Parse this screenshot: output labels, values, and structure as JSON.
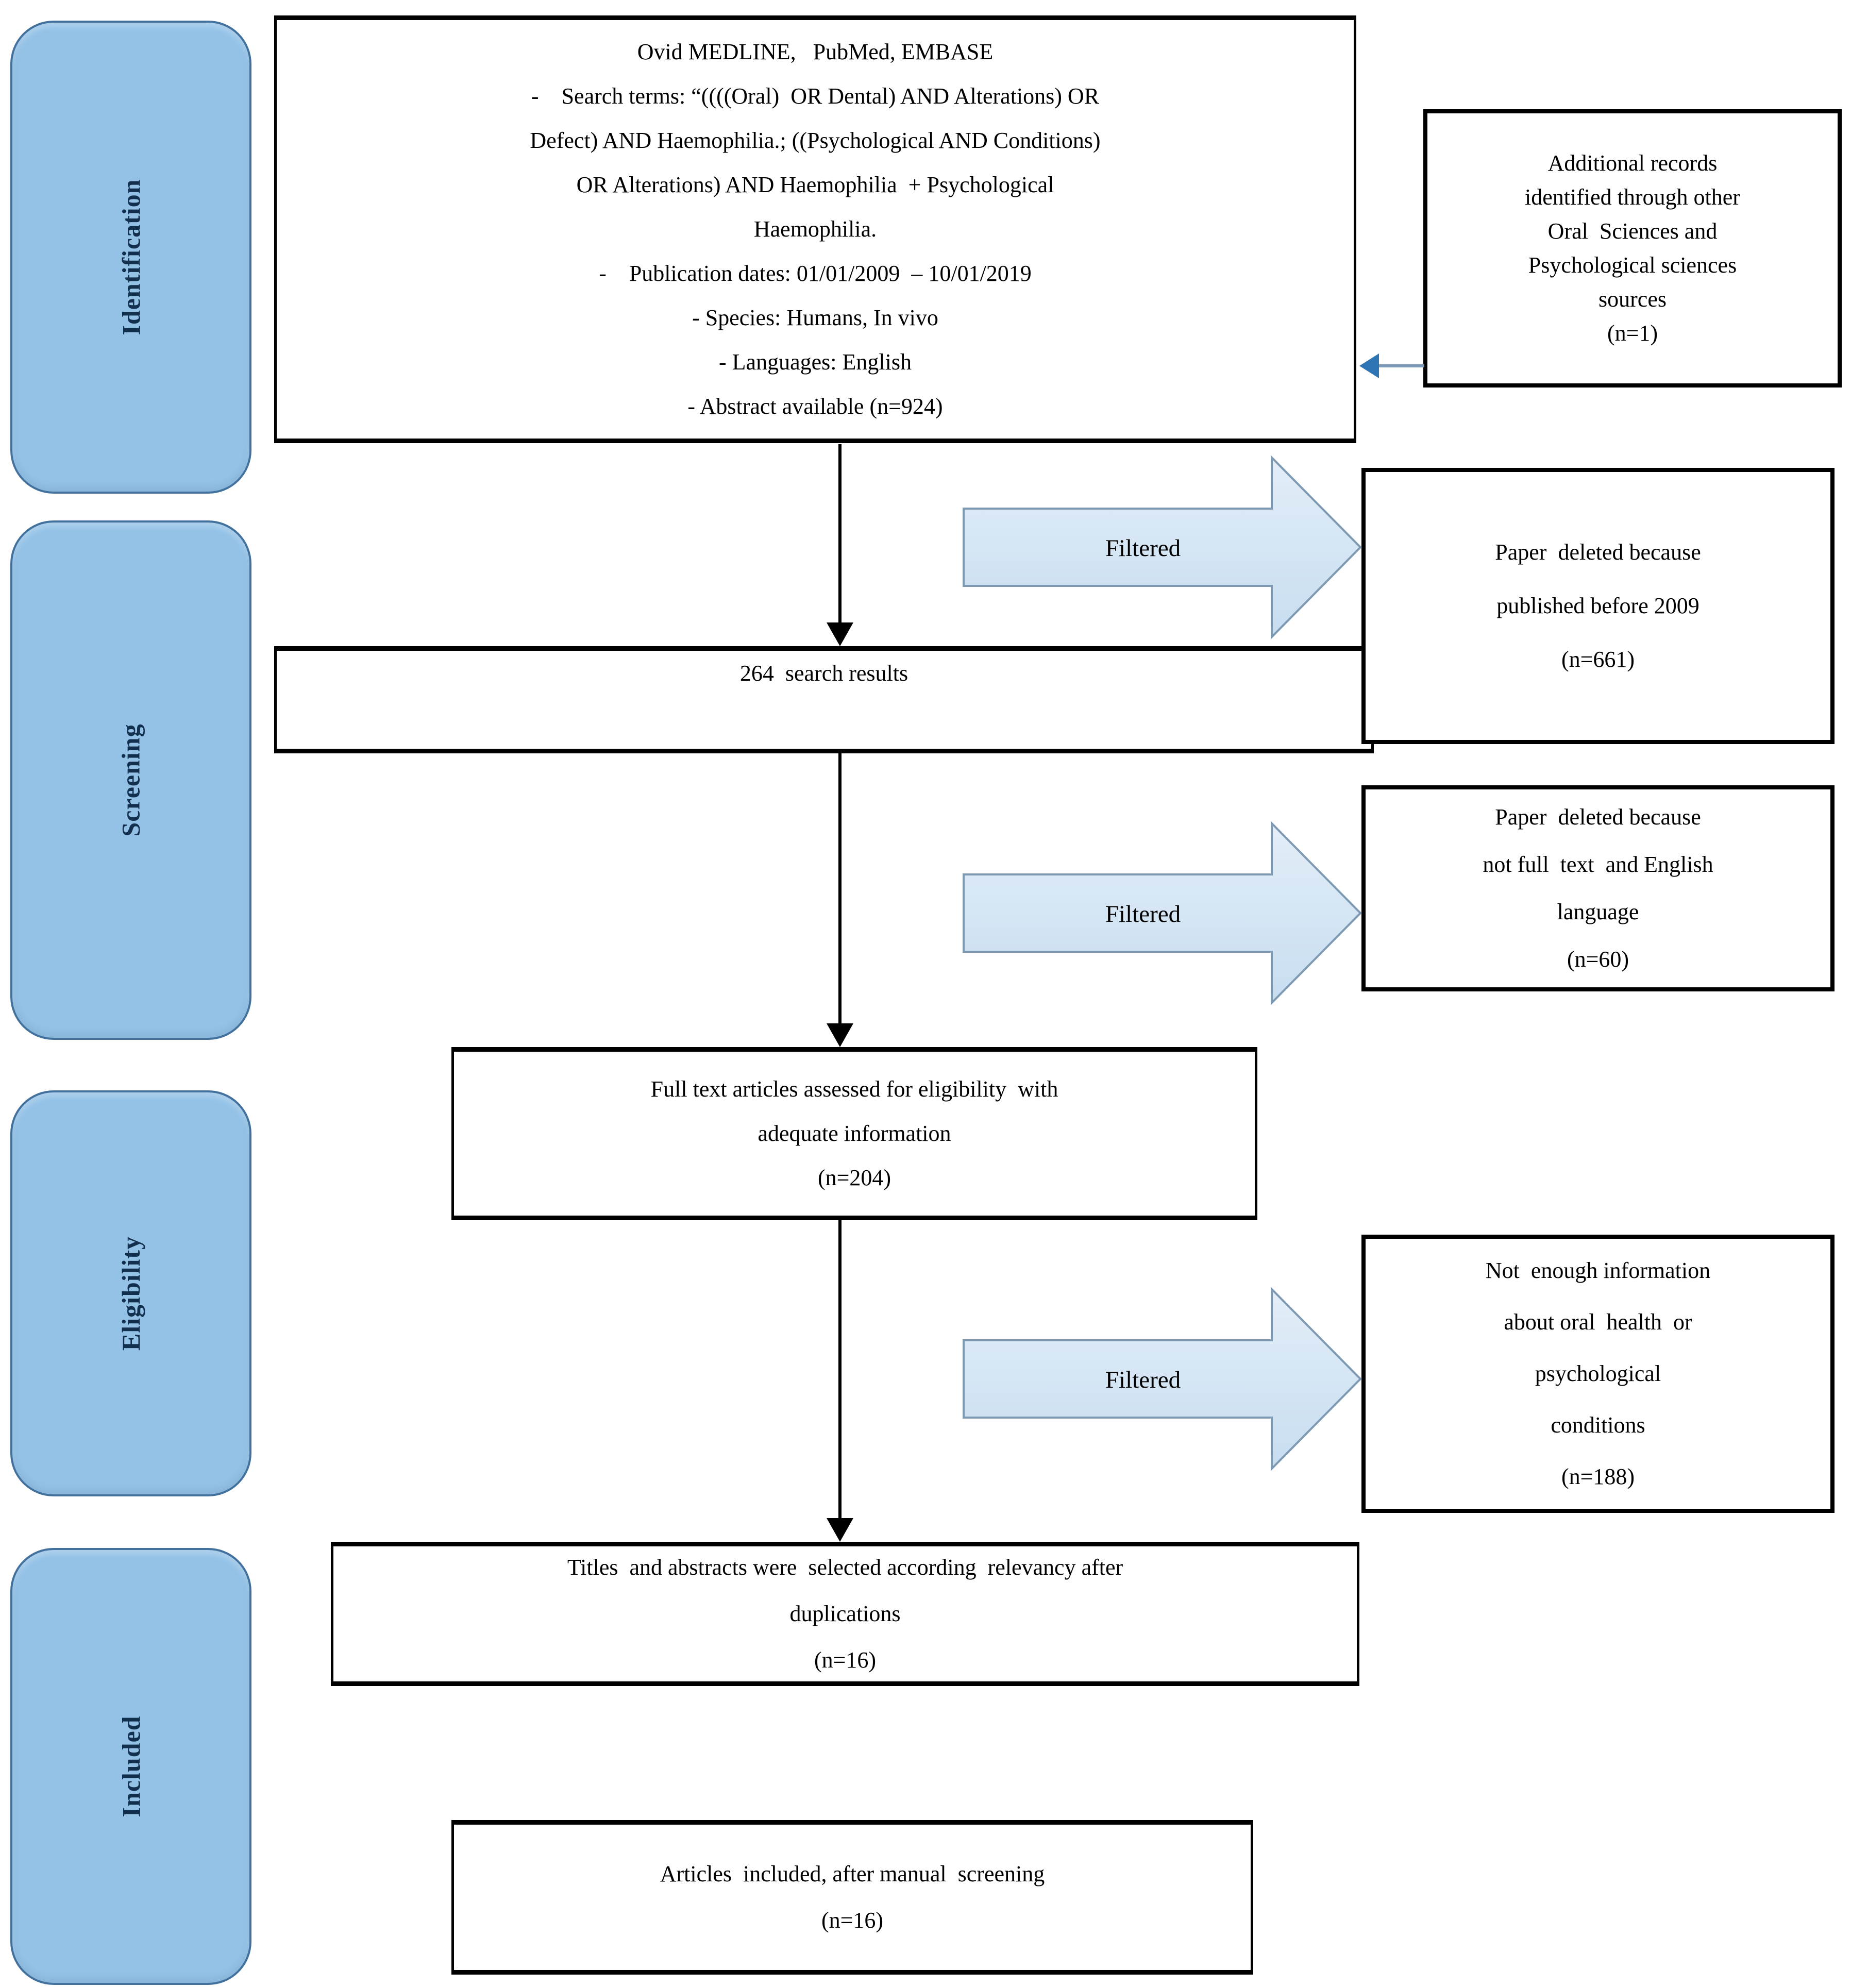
{
  "sidebar": {
    "stages": [
      {
        "label": "Identification"
      },
      {
        "label": "Screening"
      },
      {
        "label": "Eligibility"
      },
      {
        "label": "Included"
      }
    ]
  },
  "flow": {
    "source_box": {
      "lines": [
        "Ovid MEDLINE,   PubMed, EMBASE",
        "-    Search terms: “((((Oral)  OR Dental) AND Alterations) OR",
        "Defect) AND Haemophilia.; ((Psychological AND Conditions)",
        "OR Alterations) AND Haemophilia  + Psychological",
        "Haemophilia.",
        "-    Publication dates: 01/01/2009  – 10/01/2019",
        "- Species: Humans, In vivo",
        "- Languages: English",
        "- Abstract available (n=924)"
      ]
    },
    "results_box": {
      "text": "264  search results"
    },
    "fulltext_box": {
      "lines": [
        "Full text articles assessed for eligibility  with",
        "adequate information",
        "(n=204)"
      ]
    },
    "titles_box": {
      "lines": [
        "Titles  and abstracts were  selected according  relevancy after",
        "duplications",
        "(n=16)"
      ]
    },
    "included_box": {
      "lines": [
        "Articles  included, after manual  screening",
        "(n=16)"
      ]
    }
  },
  "side_boxes": {
    "additional": {
      "lines": [
        "Additional records",
        "identified through other",
        "Oral  Sciences and",
        "Psychological sciences",
        "sources",
        "(n=1)"
      ]
    },
    "before2009": {
      "lines": [
        "Paper  deleted because",
        "published before 2009",
        "(n=661)"
      ]
    },
    "fulltext_lang": {
      "lines": [
        "Paper  deleted because",
        "not full  text  and English",
        "language",
        "(n=60)"
      ]
    },
    "not_enough": {
      "lines": [
        "Not  enough information",
        "about oral  health  or",
        "psychological",
        "conditions",
        "(n=188)"
      ]
    }
  },
  "arrows": {
    "filtered_labels": [
      "Filtered",
      "Filtered",
      "Filtered"
    ]
  },
  "palette": {
    "sidebar_fill": "#94C2E7",
    "sidebar_border": "#41719C",
    "sidebar_text": "#132F4E",
    "filtered_arrow_fill_top": "#E3EEF8",
    "filtered_arrow_fill_bottom": "#C7DDF0",
    "filtered_arrow_border": "#7E99B2",
    "blue_arrow_line": "#7B99B8",
    "blue_arrow_head": "#2E75B6",
    "box_border": "#000000"
  }
}
